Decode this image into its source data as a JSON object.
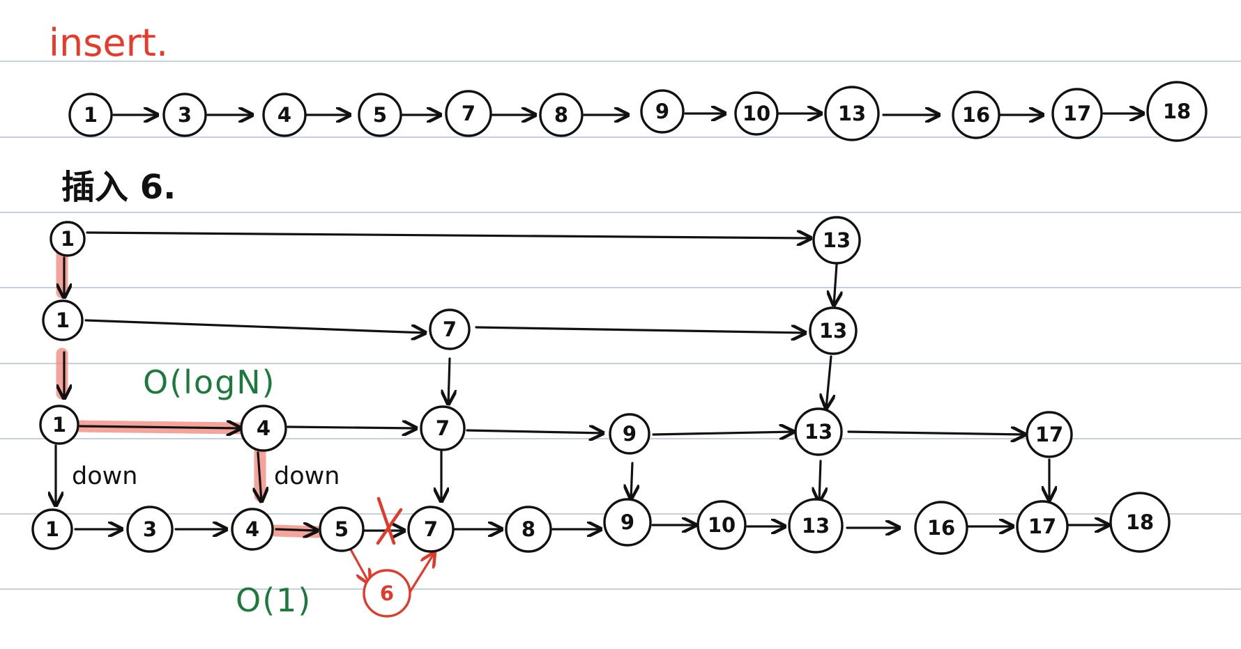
{
  "labels": {
    "title": "insert.",
    "subtitle": "插入 6.",
    "down_left": "down",
    "down_right": "down",
    "search_cost": "O(logN)",
    "insert_cost": "O(1)"
  },
  "colors": {
    "ink": "#111111",
    "title": "#e63a2a",
    "complexity": "#1e7a3c",
    "highlight": "#f08578",
    "new_node": "#e23a2a",
    "ruled_line": "#aebfdc"
  },
  "original_list": [
    "1",
    "3",
    "4",
    "5",
    "7",
    "8",
    "9",
    "10",
    "13",
    "16",
    "17",
    "18"
  ],
  "skiplist_levels": [
    [
      "1",
      "13"
    ],
    [
      "1",
      "7",
      "13"
    ],
    [
      "1",
      "4",
      "7",
      "9",
      "13",
      "17"
    ],
    [
      "1",
      "3",
      "4",
      "5",
      "7",
      "8",
      "9",
      "10",
      "13",
      "16",
      "17",
      "18"
    ]
  ],
  "new_node": "6",
  "removed_link": "5 → 7",
  "search_path": [
    "1",
    "1",
    "1",
    "4",
    "4",
    "5"
  ]
}
